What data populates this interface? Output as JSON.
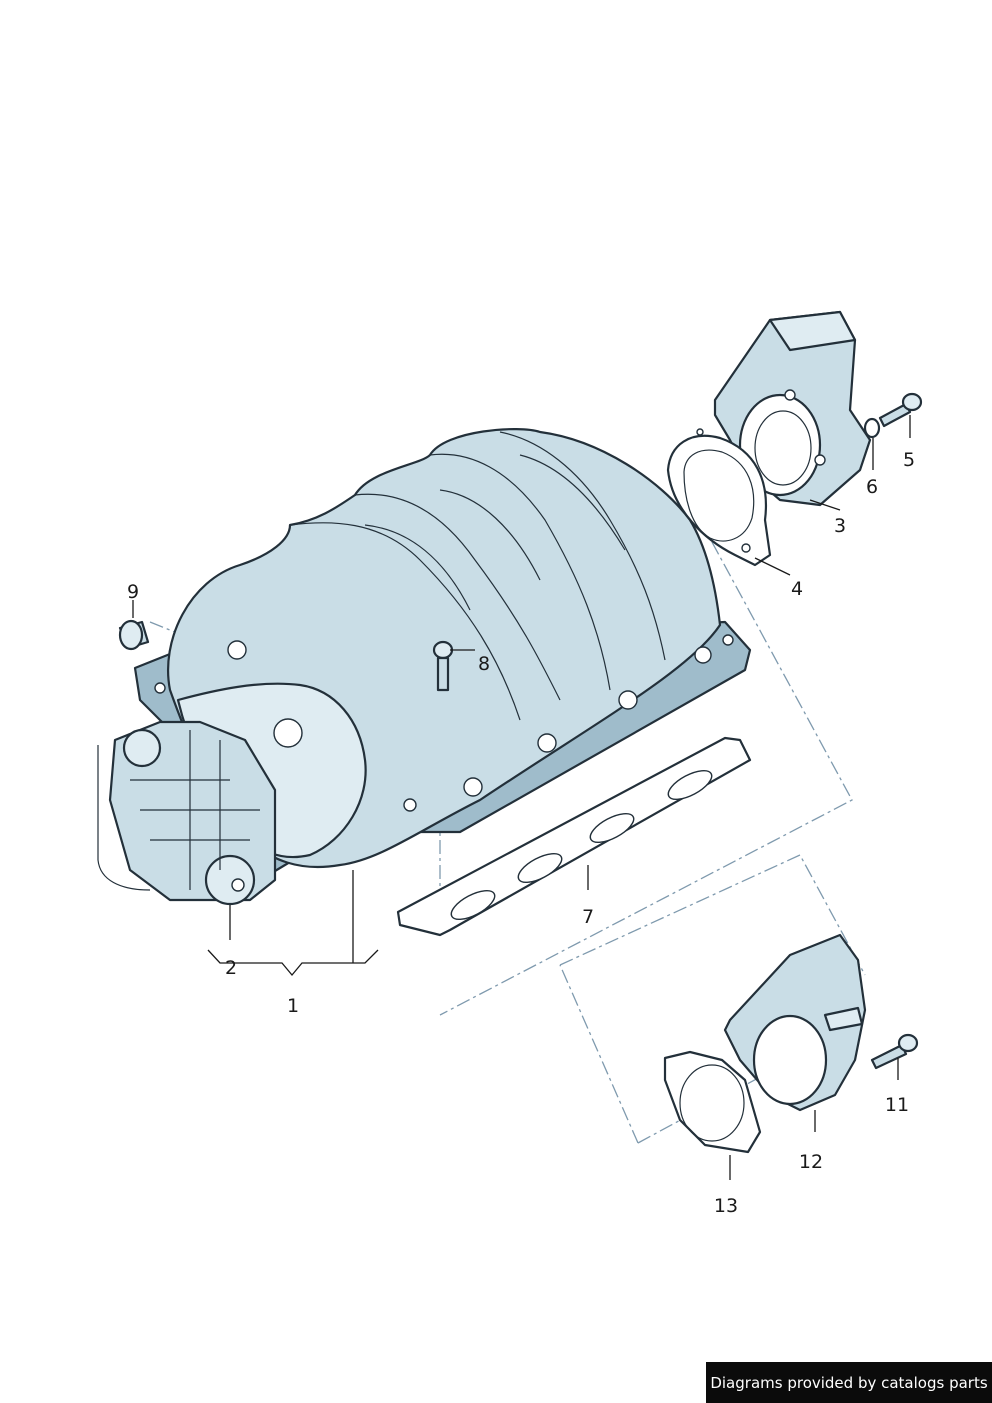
{
  "callouts": {
    "c1": "1",
    "c2": "2",
    "c3": "3",
    "c4": "4",
    "c5": "5",
    "c6": "6",
    "c7": "7",
    "c8": "8",
    "c9": "9",
    "c11": "11",
    "c12": "12",
    "c13": "13"
  },
  "credit": "Diagrams provided by catalogs parts",
  "colors": {
    "part_fill": "#c9dde6",
    "part_outline": "#23303a",
    "dash_line": "#7f9aae",
    "badge_bg": "#0b0b0b"
  }
}
